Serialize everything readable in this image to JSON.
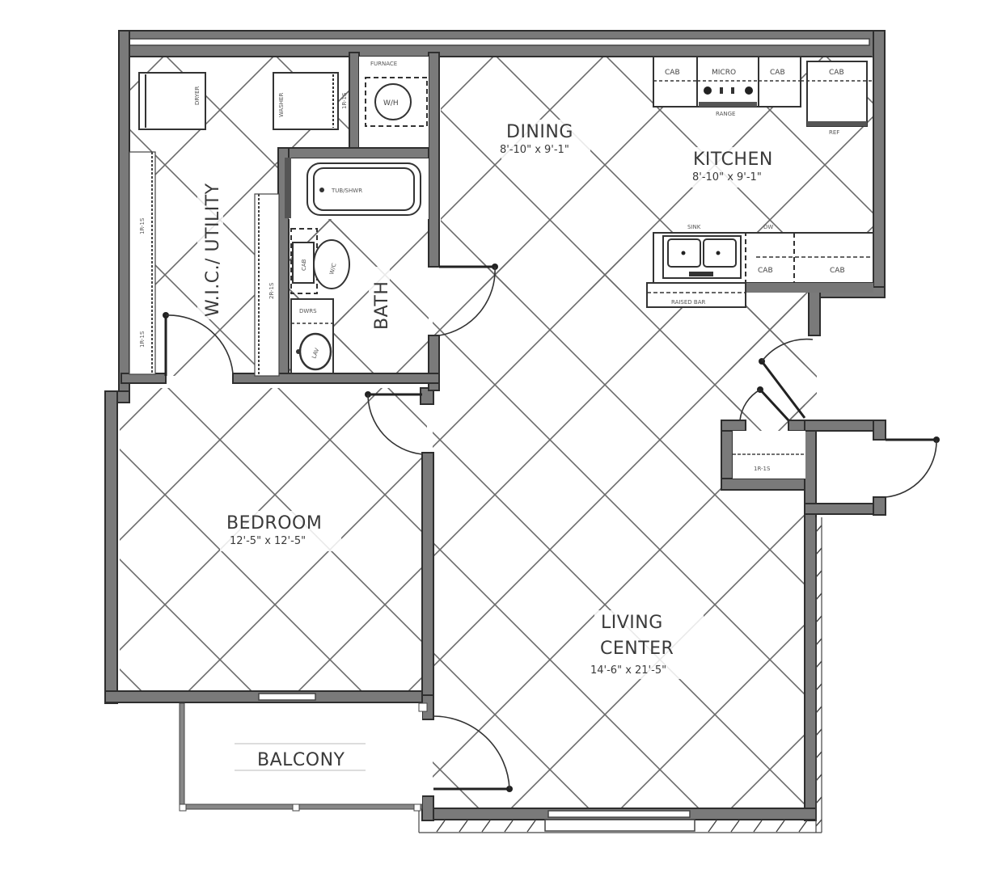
{
  "floor_plan": {
    "rooms": {
      "wic_utility": {
        "name": "W.I.C./ UTILITY"
      },
      "bath": {
        "name": "BATH"
      },
      "dining": {
        "name": "DINING",
        "dimensions": "8'-10\" x 9'-1\""
      },
      "kitchen": {
        "name": "KITCHEN",
        "dimensions": "8'-10\" x 9'-1\""
      },
      "bedroom": {
        "name": "BEDROOM",
        "dimensions": "12'-5\" x 12'-5\""
      },
      "living": {
        "name_line1": "LIVING",
        "name_line2": "CENTER",
        "dimensions": "14'-6\" x 21'-5\""
      },
      "balcony": {
        "name": "BALCONY"
      }
    },
    "fixtures": {
      "water_heater": "W/H",
      "furnace": "FURNACE",
      "cab_1": "CAB",
      "micro": "MICRO",
      "cab_2": "CAB",
      "cab_3": "CAB",
      "range": "RANGE",
      "ref": "REF",
      "sink": "SINK",
      "dw": "DW",
      "cab_lower_1": "CAB",
      "cab_lower_2": "CAB",
      "raised_bar": "RAISED BAR",
      "tub": "TUB/SHWR",
      "wc": "W/C",
      "bath_cab": "CAB",
      "drawers": "DWRS",
      "lav": "LAV",
      "dryer": "DRYER",
      "washer": "WASHER",
      "shelf_1": "1R-1S",
      "shelf_2": "1R-1S",
      "shelf_3": "2R-1S",
      "shelf_4": "1R-1S",
      "shelf_5": "1R-1S"
    }
  }
}
